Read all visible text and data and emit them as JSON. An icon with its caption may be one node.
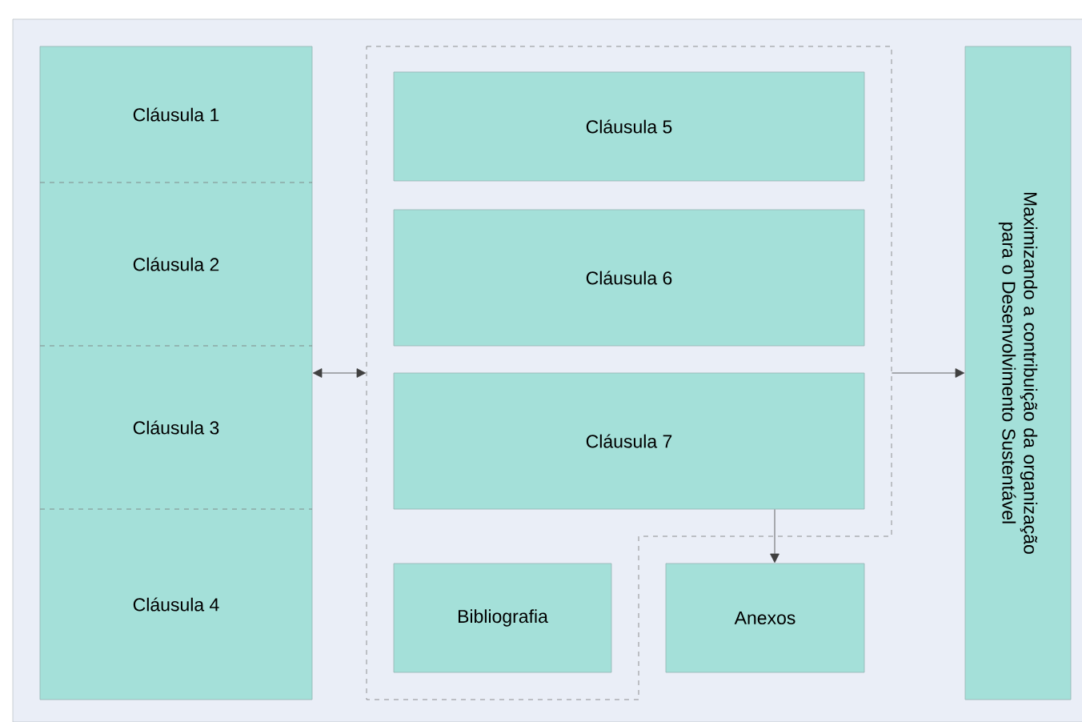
{
  "diagram": {
    "nodes": [
      {
        "text": [],
        "shape": "box"
      },
      {
        "text": [
          "Cláusula 1"
        ],
        "in": 0
      },
      {
        "text": [
          "Cláusula 2"
        ],
        "in": 0
      },
      {
        "text": [
          "Cláusula 3"
        ],
        "in": 0
      },
      {
        "text": [
          "Cláusula 4"
        ],
        "in": 0
      },
      {
        "text": [],
        "shape": "box"
      },
      {
        "text": [
          "Cláusula 5"
        ],
        "in": 5
      },
      {
        "text": [
          "Cláusula 6"
        ],
        "in": 5
      },
      {
        "text": [
          "Cláusula 7"
        ],
        "in": 5
      },
      {
        "text": [
          "Bibliografia"
        ],
        "in": 5
      },
      {
        "text": [
          "Anexos"
        ]
      },
      {
        "text": [
          "Maximizando a contribuição da organização para o Desenvolvimento Sustentável"
        ]
      }
    ],
    "edges": [
      {
        "from": 0,
        "to": 5,
        "arrow": "both"
      },
      {
        "from": 5,
        "to": 11,
        "arrow": "to"
      },
      {
        "from": 8,
        "to": 10,
        "arrow": "to"
      }
    ]
  }
}
